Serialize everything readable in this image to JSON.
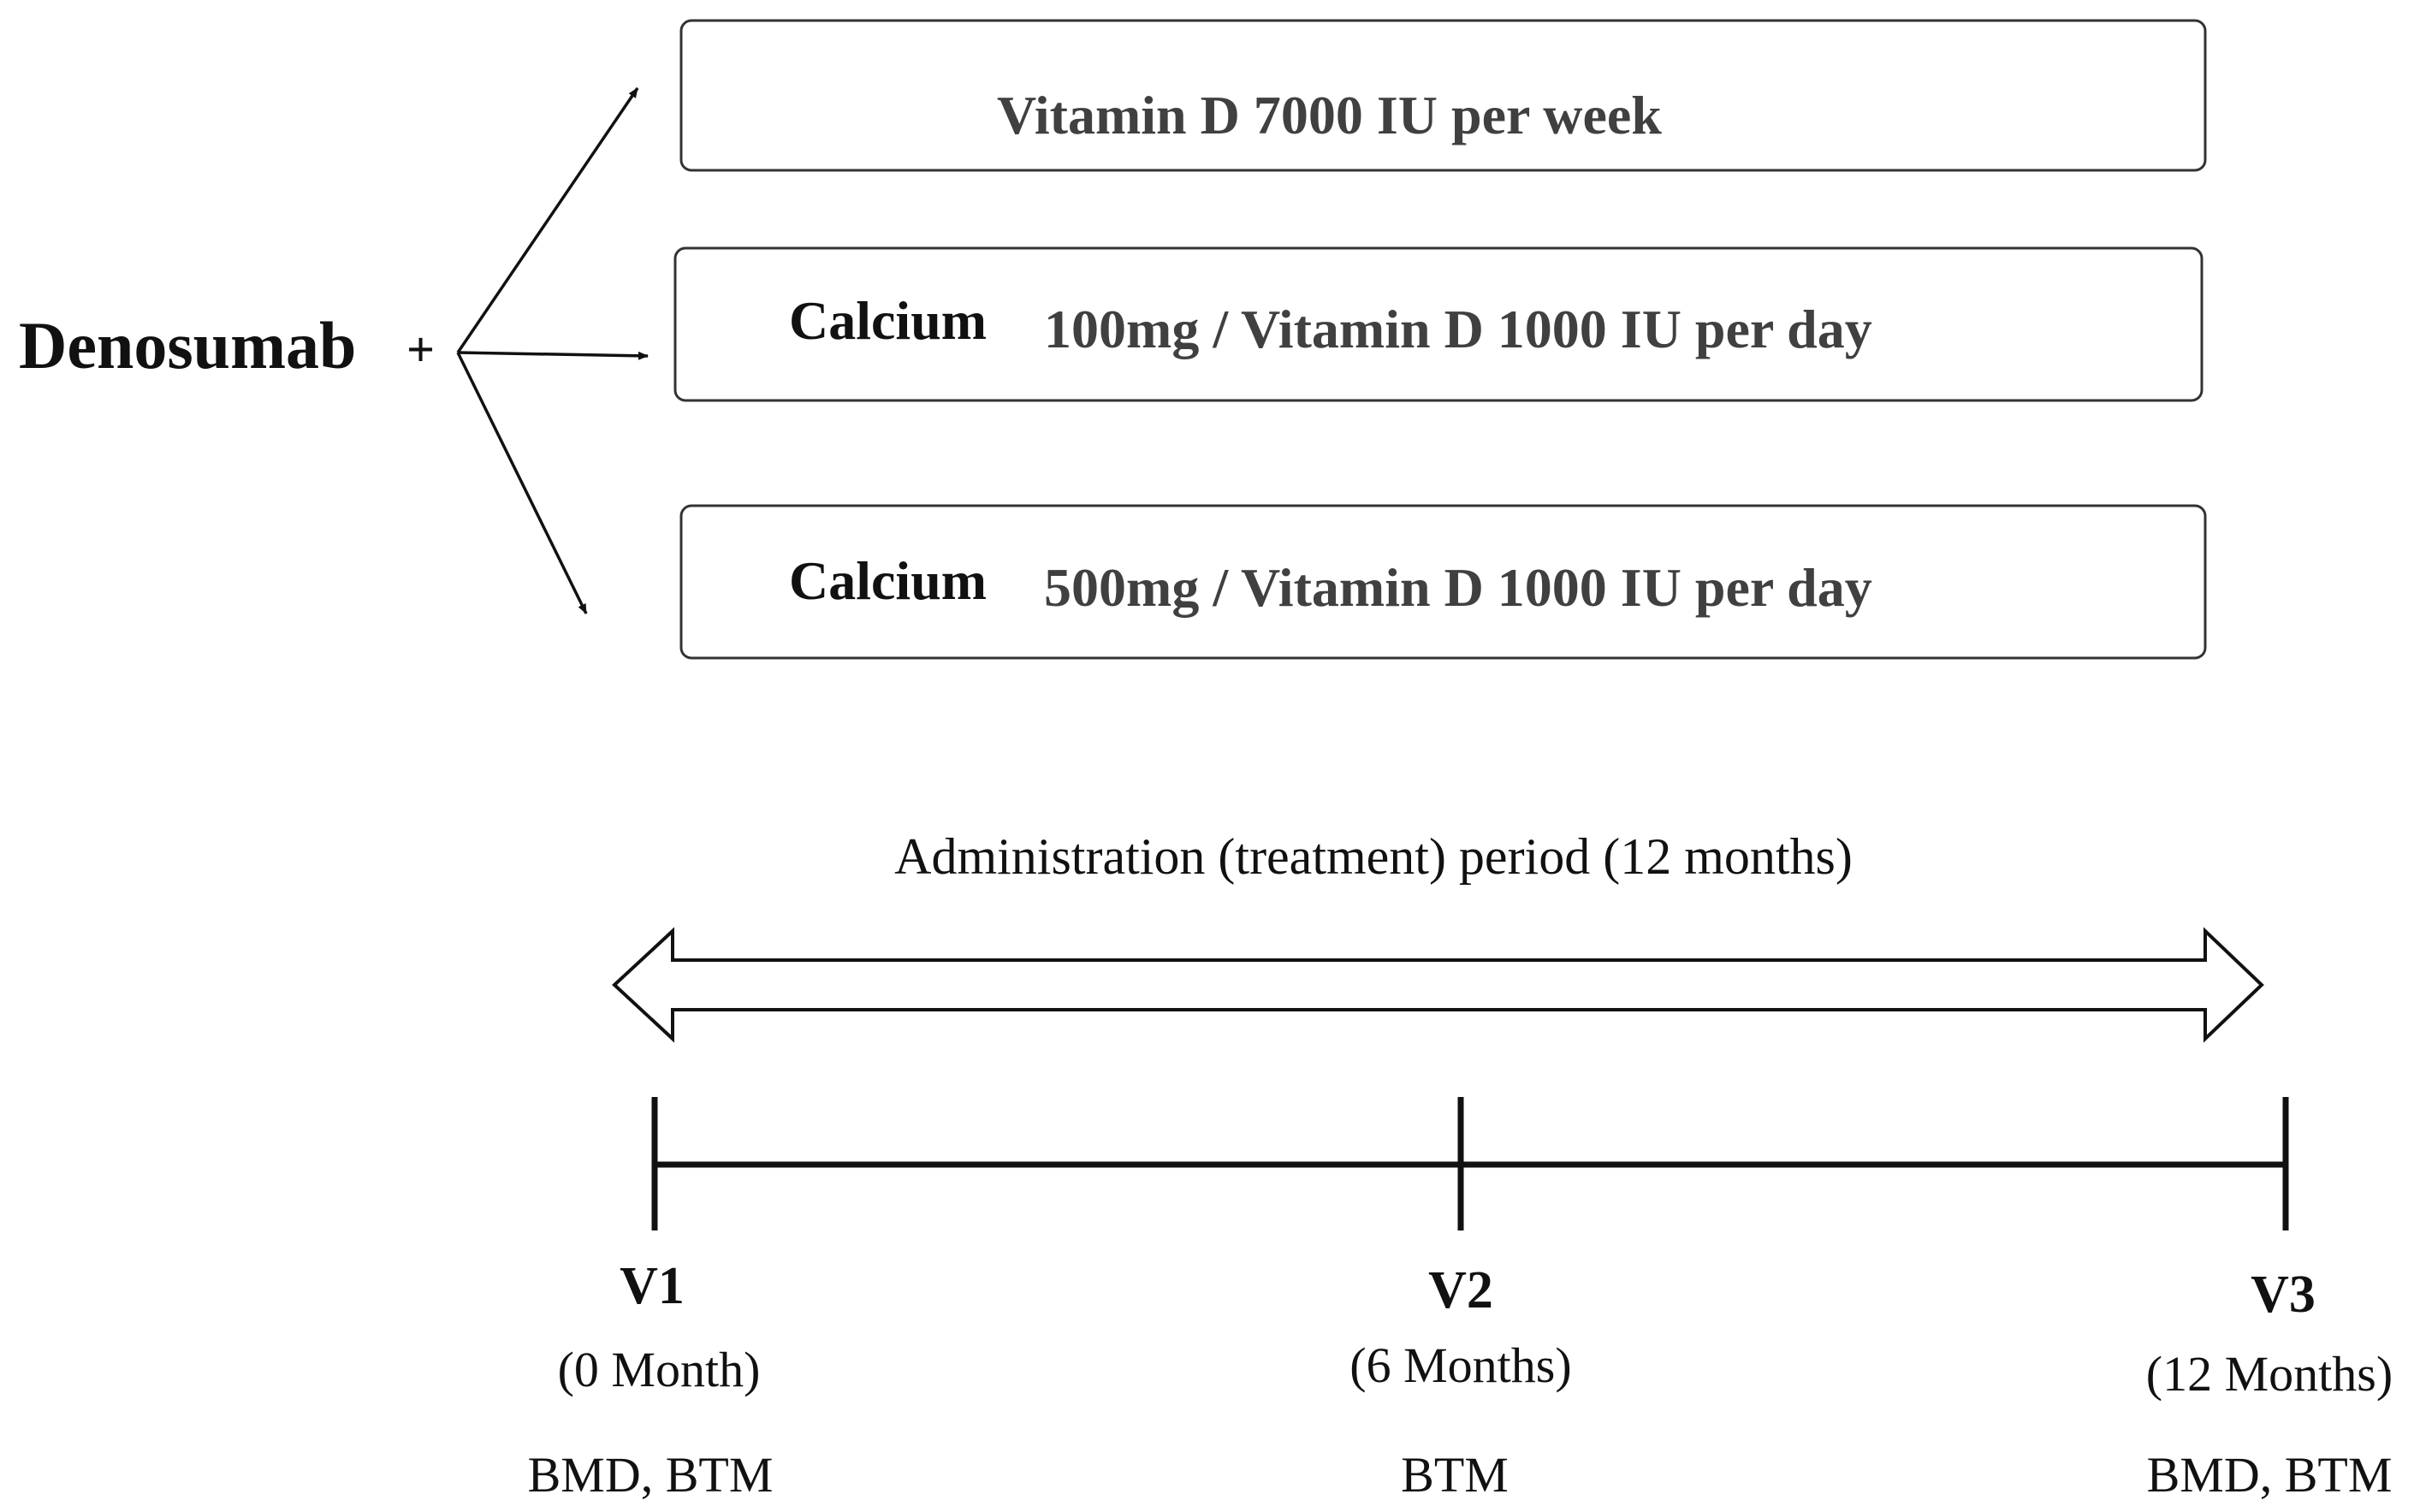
{
  "drug": {
    "name": "Denosumab",
    "plus": "+"
  },
  "arms": [
    {
      "label_bold": "",
      "text": "Vitamin D 7000 IU per week"
    },
    {
      "label_bold": "Calcium",
      "text": "100mg / Vitamin D 1000 IU per day"
    },
    {
      "label_bold": "Calcium",
      "text": "500mg / Vitamin D 1000 IU per day"
    }
  ],
  "period": {
    "label": "Administration (treatment) period (12 months)"
  },
  "visits": [
    {
      "name": "V1",
      "time": "(0 Month)",
      "measures": "BMD, BTM"
    },
    {
      "name": "V2",
      "time": "(6 Months)",
      "measures": "BTM"
    },
    {
      "name": "V3",
      "time": "(12 Months)",
      "measures": "BMD, BTM"
    }
  ]
}
